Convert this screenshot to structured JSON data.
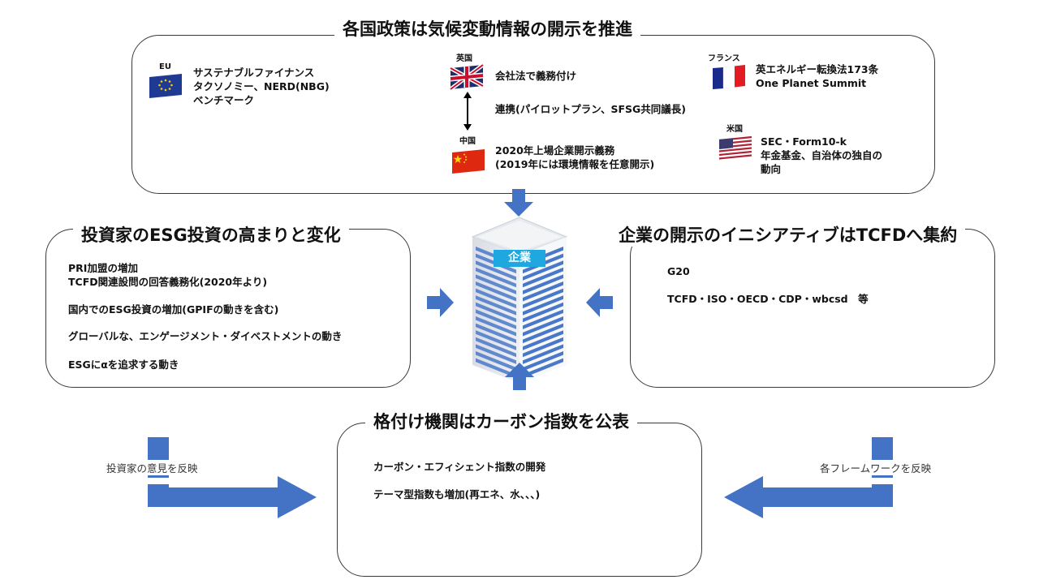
{
  "top": {
    "heading": "各国政策は気候変動情報の開示を推進",
    "eu": {
      "label": "EU",
      "line1": "サステナブルファイナンス",
      "line2": "タクソノミー、NERD(NBG)",
      "line3": "ベンチマーク"
    },
    "uk": {
      "label": "英国",
      "text": "会社法で義務付け"
    },
    "link": "連携(パイロットプラン、SFSG共同議長)",
    "cn": {
      "label": "中国",
      "line1": "2020年上場企業開示義務",
      "line2": "(2019年には環境情報を任意開示)"
    },
    "fr": {
      "label": "フランス",
      "line1": "英エネルギー転換法173条",
      "line2": "One Planet Summit"
    },
    "us": {
      "label": "米国",
      "line1": "SEC・Form10-k",
      "line2": "年金基金、自治体の独自の",
      "line3": "動向"
    }
  },
  "left": {
    "heading": "投資家のESG投資の高まりと変化",
    "items": [
      "PRI加盟の増加",
      "TCFD関連設問の回答義務化(2020年より)",
      "国内でのESG投資の増加(GPIFの動きを含む)",
      "グローバルな、エンゲージメント・ダイベストメントの動き",
      "ESGにαを追求する動き"
    ]
  },
  "right": {
    "heading": "企業の開示のイニシアティブはTCFDへ集約",
    "items": [
      "G20",
      "TCFD・ISO・OECD・CDP・wbcsd　等"
    ]
  },
  "center": {
    "building_label": "企業"
  },
  "bottom": {
    "heading": "格付け機関はカーボン指数を公表",
    "items": [
      "カーボン・エフィシェント指数の開発",
      "テーマ型指数も増加(再エネ、水、、、)"
    ],
    "left_arrow_label": "投資家の意見を反映",
    "right_arrow_label": "各フレームワークを反映"
  },
  "colors": {
    "arrow": "#4472c4",
    "building_label_bg": "#1fa8e0",
    "building_window": "#4a78c9"
  }
}
